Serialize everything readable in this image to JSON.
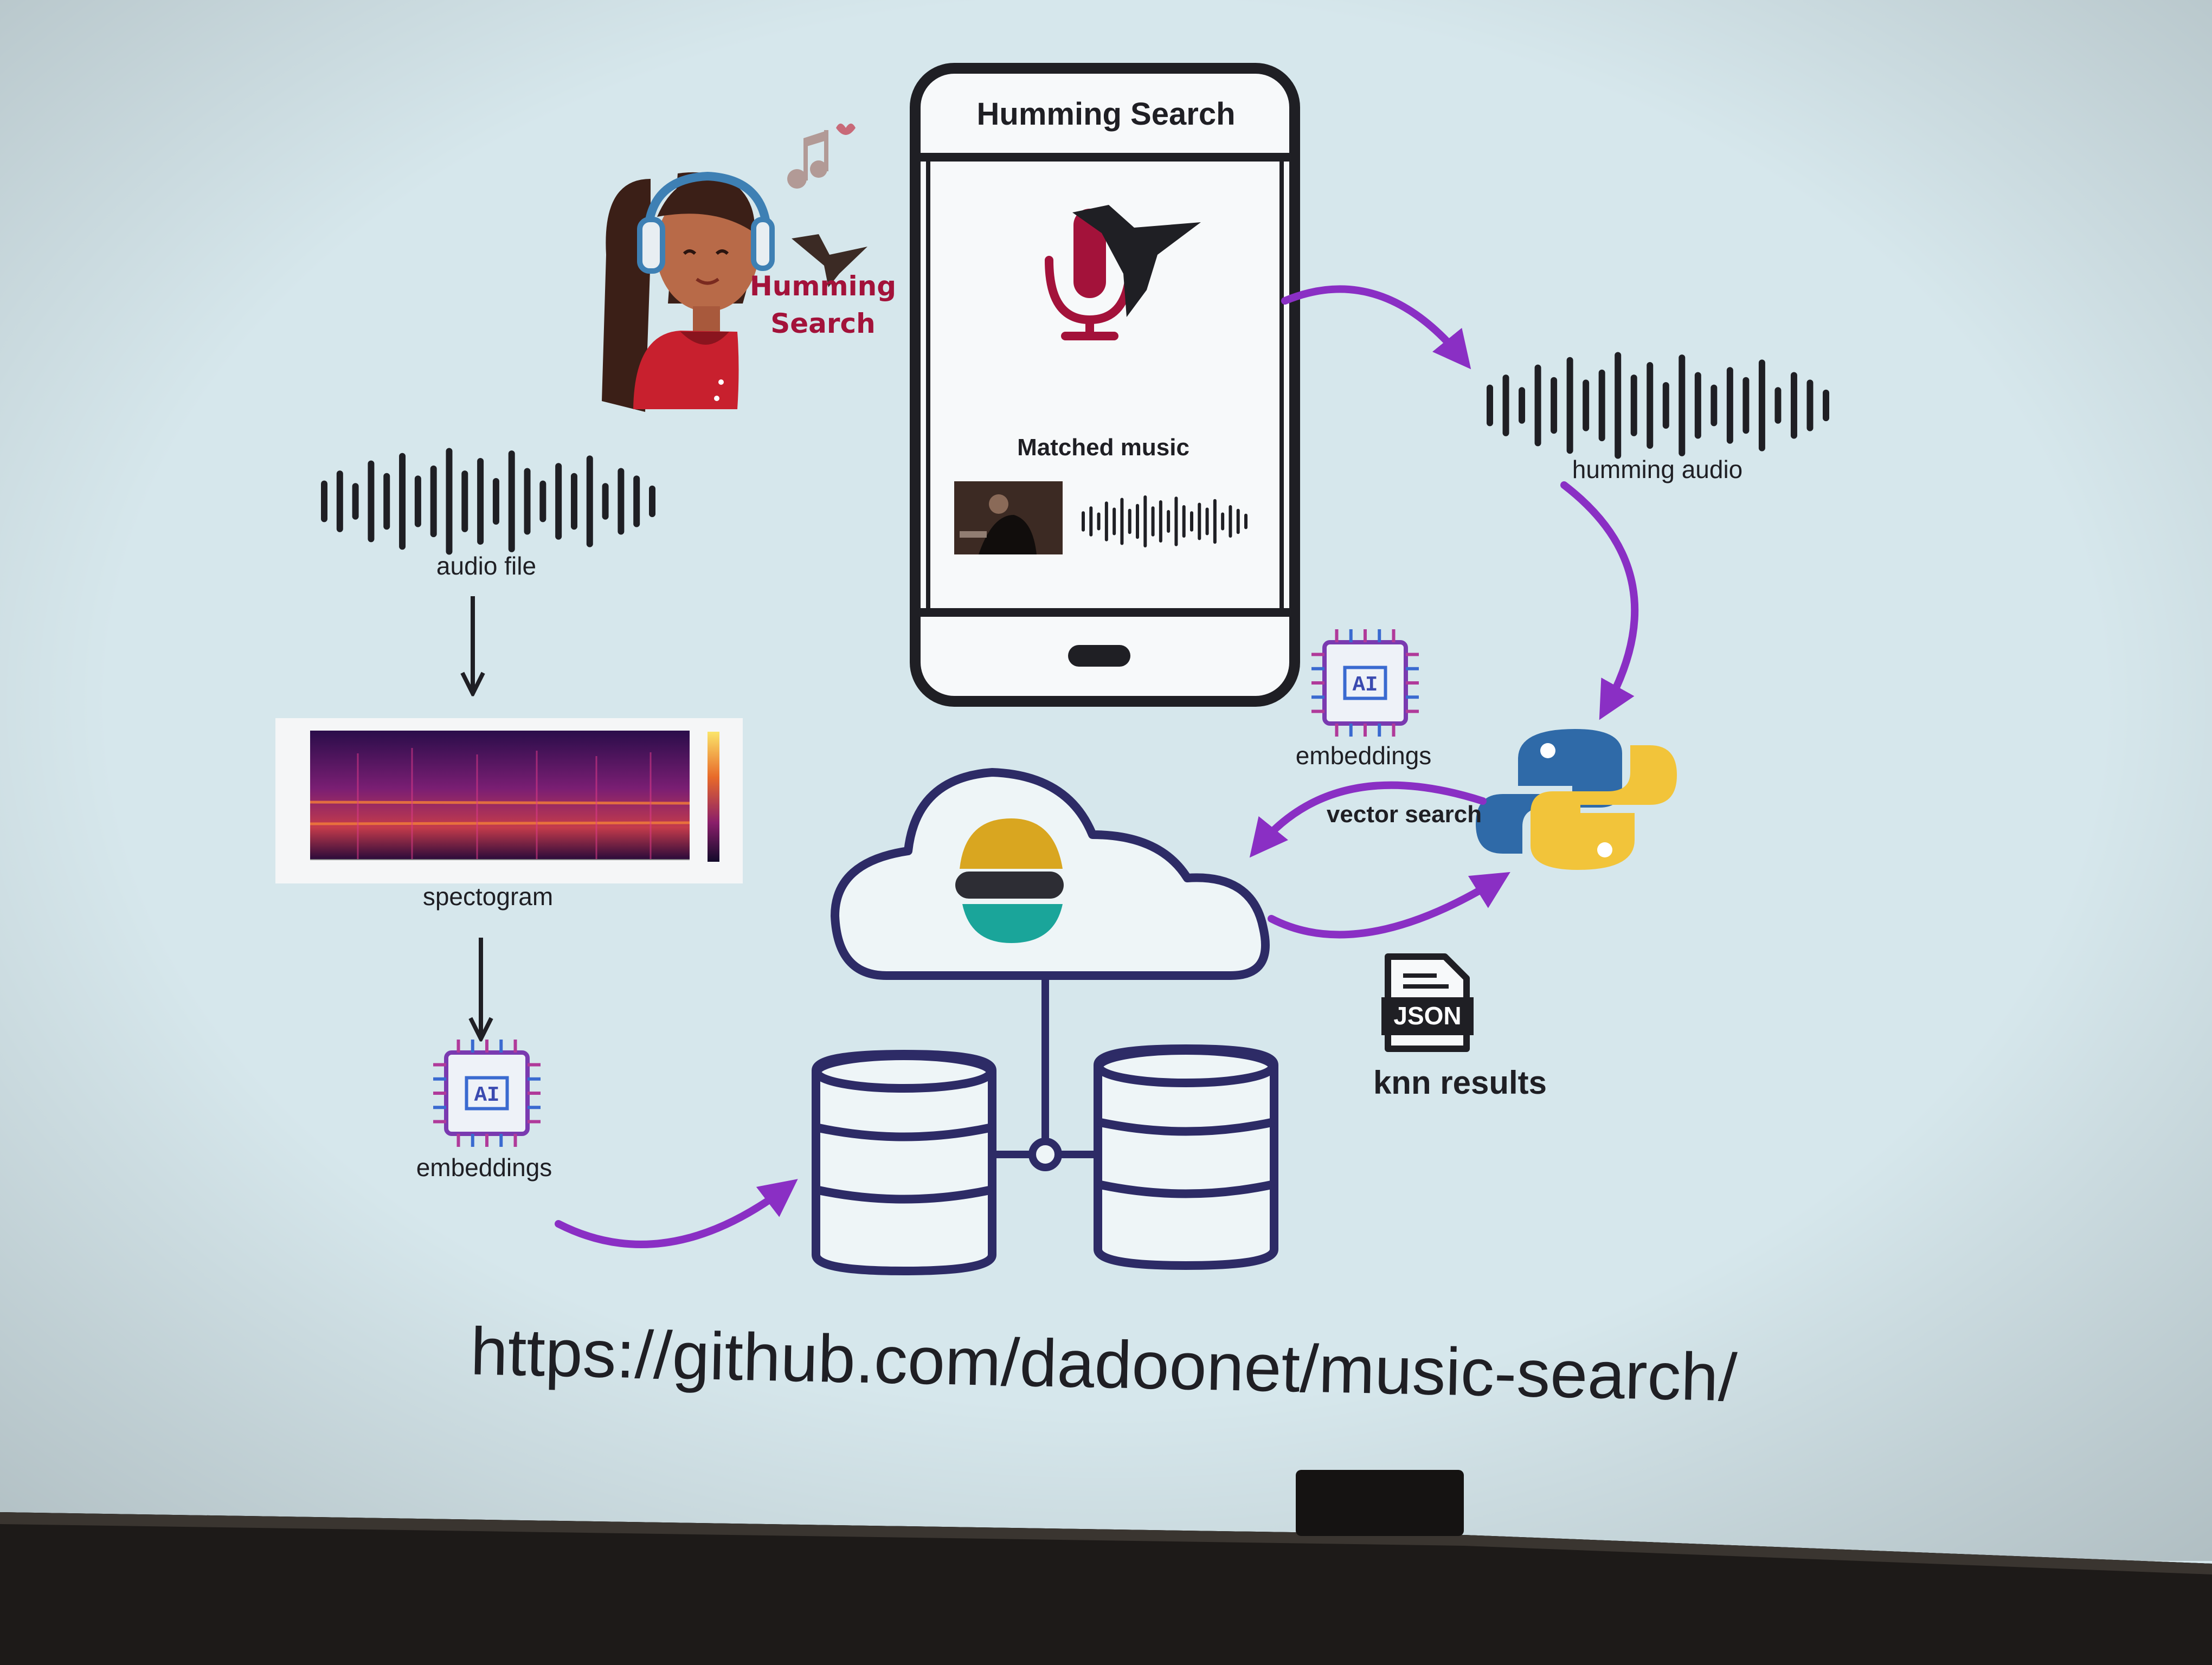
{
  "phone": {
    "title": "Humming Search",
    "matched_label": "Matched music"
  },
  "girl_badge": {
    "line1": "Humming",
    "line2": "Search"
  },
  "labels": {
    "audio_file": "audio file",
    "spectogram": "spectogram",
    "embeddings_left": "embeddings",
    "embeddings_right": "embeddings",
    "humming_audio": "humming audio",
    "vector_search": "vector search",
    "knn_results": "knn results",
    "json_badge": "JSON",
    "ai_chip": "AI"
  },
  "url": "https://github.com/dadoonet/music-search/",
  "colors": {
    "slide_bg": "#d6e7ec",
    "arrow_purple": "#8a2fc4",
    "brand_red": "#a3123a",
    "outline_navy": "#2d2b66",
    "elastic_yellow": "#d9a620",
    "elastic_teal": "#1aa59a",
    "python_blue": "#2f6aa8",
    "python_yellow": "#f2c43a"
  }
}
